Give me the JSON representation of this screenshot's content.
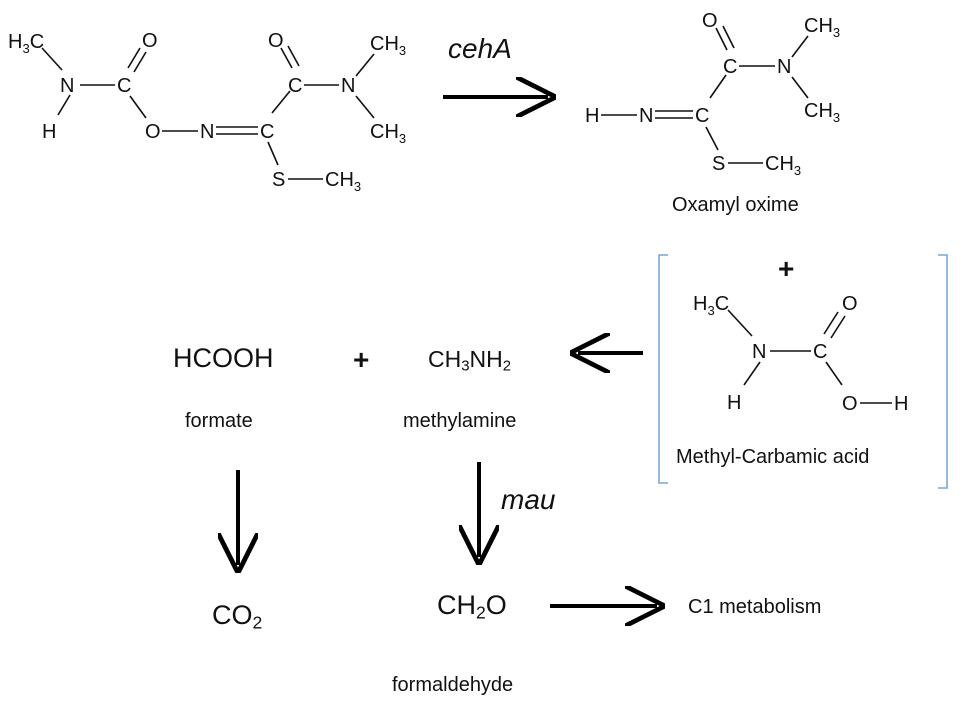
{
  "colors": {
    "ink": "#111111",
    "arrow": "#000000",
    "bracket": "#7aa6d6"
  },
  "enzymes": {
    "cehA": "cehA",
    "mau": "mau"
  },
  "compounds": {
    "oxamyl_oxime": {
      "name": "Oxamyl oxime"
    },
    "methyl_carbamic_acid": {
      "name": "Methyl-Carbamic acid"
    },
    "formate": {
      "formula_main": "HCOOH",
      "name": "formate"
    },
    "methylamine": {
      "f1": "CH",
      "s1": "3",
      "f2": "NH",
      "s2": "2",
      "name": "methylamine"
    },
    "co2": {
      "f1": "CO",
      "s1": "2"
    },
    "formaldehyde": {
      "f1": "CH",
      "s1": "2",
      "f2": "O",
      "name": "formaldehyde"
    },
    "c1": {
      "name": "C1 metabolism"
    }
  },
  "symbols": {
    "plus": "+"
  },
  "atoms": {
    "H3C": "H",
    "three": "3",
    "C": "C",
    "N": "N",
    "O": "O",
    "H": "H",
    "CH3_base": "CH",
    "CH3_sub": "3",
    "S": "S"
  }
}
